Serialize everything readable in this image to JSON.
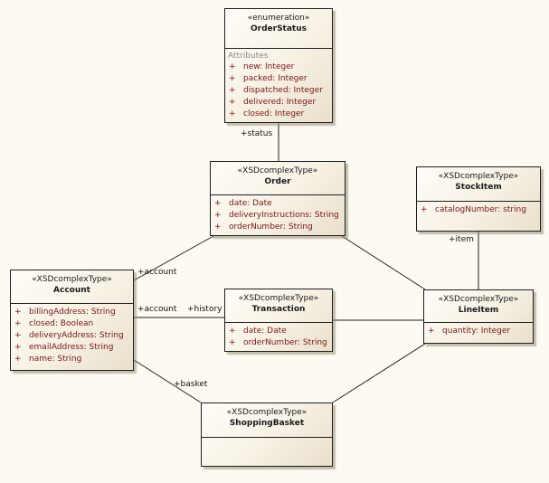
{
  "classes": {
    "order_status": {
      "stereotype": "«enumeration»",
      "name": "OrderStatus",
      "section": "Attributes",
      "attributes": [
        "new:  Integer",
        "packed:  Integer",
        "dispatched:  Integer",
        "delivered:  Integer",
        "closed:  Integer"
      ]
    },
    "order": {
      "stereotype": "«XSDcomplexType»",
      "name": "Order",
      "attributes": [
        "date:  Date",
        "deliveryInstructions:  String",
        "orderNumber:  String"
      ]
    },
    "stock_item": {
      "stereotype": "«XSDcomplexType»",
      "name": "StockItem",
      "attributes": [
        "catalogNumber:  string"
      ]
    },
    "account": {
      "stereotype": "«XSDcomplexType»",
      "name": "Account",
      "attributes": [
        "billingAddress:  String",
        "closed:  Boolean",
        "deliveryAddress:  String",
        "emailAddress:  String",
        "name:  String"
      ]
    },
    "transaction": {
      "stereotype": "«XSDcomplexType»",
      "name": "Transaction",
      "attributes": [
        "date:  Date",
        "orderNumber:  String"
      ]
    },
    "line_item": {
      "stereotype": "«XSDcomplexType»",
      "name": "LineItem",
      "attributes": [
        "quantity:  Integer"
      ]
    },
    "shopping_basket": {
      "stereotype": "«XSDcomplexType»",
      "name": "ShoppingBasket",
      "attributes": []
    }
  },
  "visibility_symbol": "+",
  "role_labels": {
    "status": "+status",
    "item": "+item",
    "account_order": "+account",
    "account_transaction": "+account",
    "history": "+history",
    "basket": "+basket"
  }
}
